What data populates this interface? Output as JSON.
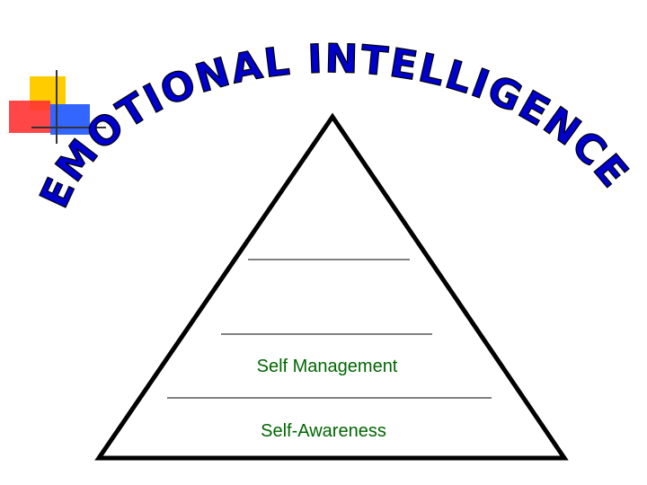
{
  "title": "EMOTIONAL INTELLIGENCE PYRAMID",
  "levels": [
    {
      "label": ""
    },
    {
      "label": ""
    },
    {
      "label": "Self Management"
    },
    {
      "label": "Self-Awareness"
    }
  ],
  "colors": {
    "title": "#0000cc",
    "labels": "#006600",
    "outline": "#000000",
    "deco_yellow": "#ffcc00",
    "deco_red": "#ff3333",
    "deco_blue": "#3366ff"
  }
}
